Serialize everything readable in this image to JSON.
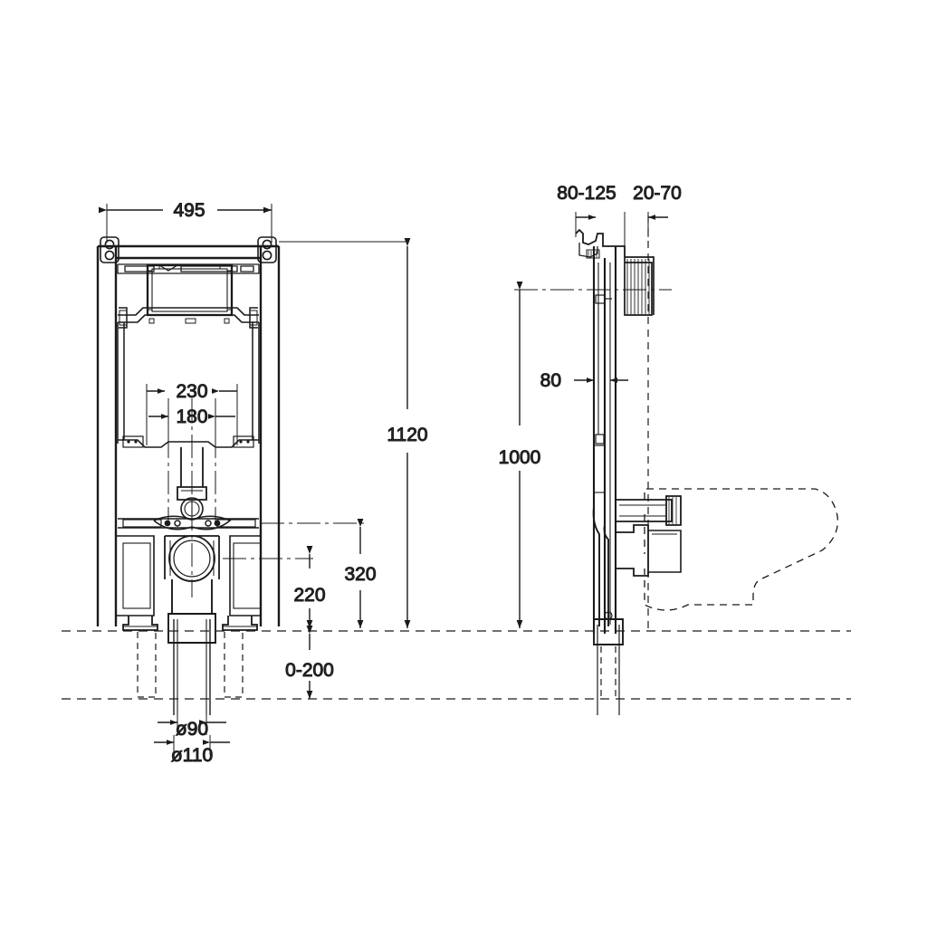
{
  "drawing": {
    "title": "Wall-hung WC concealed cistern frame — technical dimension drawing",
    "units": "mm",
    "line_color": "#1a1a1a",
    "text_color": "#2b2b2b",
    "background": "#ffffff",
    "views": [
      {
        "name": "front-elevation",
        "label": ""
      },
      {
        "name": "side-elevation",
        "label": ""
      }
    ]
  },
  "dimensions": {
    "front": {
      "width_overall": "495",
      "inner_span": "230",
      "bolt_spacing": "180",
      "height_overall": "1120",
      "outlet_height": "320",
      "water_inlet_height": "220",
      "floor_adjust": "0-200",
      "pipe_small": "ø90",
      "pipe_large": "ø110"
    },
    "side": {
      "bracket_range": "80-125",
      "offset_range": "20-70",
      "wall_offset": "80",
      "height_to_centre": "1000"
    }
  },
  "labels": {
    "d495": "495",
    "d230": "230",
    "d180": "180",
    "d1120": "1120",
    "d320": "320",
    "d220": "220",
    "d0_200": "0-200",
    "d90": "ø90",
    "d110": "ø110",
    "d80_125": "80-125",
    "d20_70": "20-70",
    "d80": "80",
    "d1000": "1000"
  }
}
